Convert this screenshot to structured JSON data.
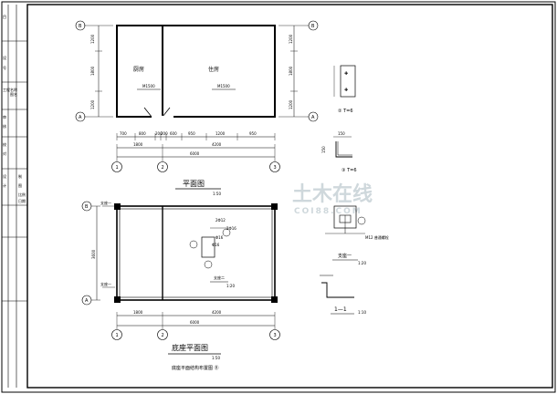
{
  "titleblock": {
    "fields": [
      "目",
      "设",
      "号",
      "工程名称",
      "图名",
      "审",
      "核",
      "校",
      "对",
      "设",
      "计",
      "制",
      "图",
      "比例",
      "日期"
    ]
  },
  "plan1": {
    "axes_letters": [
      "B",
      "A"
    ],
    "axes_numbers": [
      "1",
      "2",
      "3"
    ],
    "room_left": "厨房",
    "room_right": "住房",
    "door_left": "M1500",
    "door_right": "M1500",
    "dims_left": [
      "1200",
      "1800",
      "1200"
    ],
    "dims_right": [
      "1200",
      "1800",
      "1200"
    ],
    "dims_bottom_1": [
      "700",
      "800",
      "200",
      "200",
      "600",
      "950",
      "1200",
      "950"
    ],
    "dims_bottom_2": [
      "1800",
      "4200"
    ],
    "dims_bottom_total": "6000",
    "title": "平面图",
    "scale": "1:50"
  },
  "details": {
    "d2_label": "②  T=6",
    "d3_label": "③  T=6",
    "d3_dims": [
      "150",
      "150"
    ],
    "d4_label": "M12 普通螺栓",
    "d4_sub": "支座一",
    "d4_scale": "1:20",
    "d5_label": "1—1",
    "d5_scale": "1:10"
  },
  "plan2": {
    "axes_letters": [
      "B",
      "A"
    ],
    "axes_numbers": [
      "1",
      "2",
      "3"
    ],
    "dim_left": "3600",
    "dims_bottom": [
      "1800",
      "4200"
    ],
    "dims_bottom_total": "6000",
    "side_labels": [
      "支座一",
      "支座一"
    ],
    "bracket_label": "支座二",
    "bracket_scale": "1:20",
    "bracket_notes": [
      "2Φ12",
      "Φ16",
      "2Φ16",
      "Φ16"
    ],
    "title": "底座平面图",
    "scale": "1:50",
    "note": "底座平面结构布置图 Ⓑ"
  },
  "watermark": {
    "text": "土木在线",
    "sub": "COI88.COM"
  }
}
